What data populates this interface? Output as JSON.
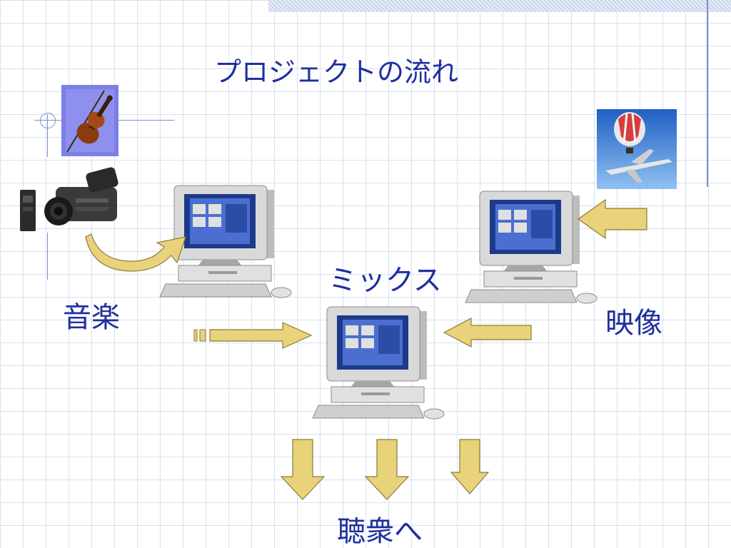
{
  "slide": {
    "title": "プロジェクトの流れ",
    "labels": {
      "music": "音楽",
      "video": "映像",
      "mix": "ミックス",
      "audience": "聴衆へ"
    }
  },
  "icons": [
    "violin-icon",
    "video-camera-icon",
    "balloon-airplane-icon",
    "computer-icon"
  ],
  "colors": {
    "text": "#1f2f9e",
    "arrow_fill": "#e8d27a",
    "arrow_stroke": "#8a7a3a",
    "grid": "#b9c8e4",
    "rule": "#7d8fcc"
  }
}
